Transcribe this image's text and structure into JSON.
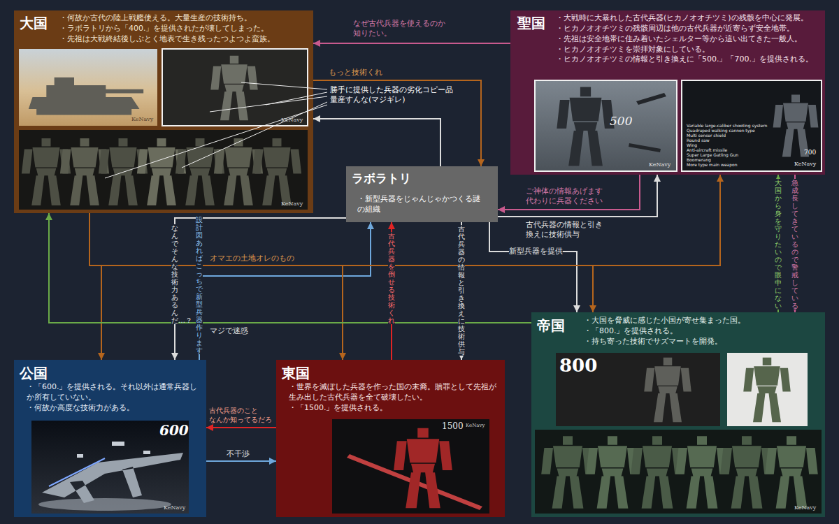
{
  "diagram": {
    "nodes": [
      {
        "text": [
          "大国",
          "・何故か古代の陸上戦艦使える。大量生産の技術持ち。",
          "・ラボラトリから「400.」を提供されたが壊してしまった。",
          "・先祖は大戦終結後しぶとく地表で生き残ったつよつよ蛮族。"
        ]
      },
      {
        "text": [
          "聖国",
          "・大戦時に大暴れした古代兵器(ヒカノオオチツミ)の残骸を中心に発展。",
          "・ヒカノオオチツミの残骸周辺は他の古代兵器が近寄らず安全地帯。",
          "・先祖は安全地帯に住み着いたシェルター等から這い出てきた一般人。",
          "・ヒカノオオチツミを崇拝対象にしている。",
          "・ヒカノオオチツミの情報と引き換えに「500.」「700.」を提供される。"
        ]
      },
      {
        "text": [
          "ラボラトリ",
          "・新型兵器をじゃんじゃかつくる謎の組織"
        ]
      },
      {
        "text": [
          "帝国",
          "・大国を脅威に感じた小国が寄せ集まった国。",
          "・「800.」を提供される。",
          "・持ち寄った技術でサズマートを開発。"
        ]
      },
      {
        "text": [
          "公国",
          "・「600.」を提供される。それ以外は通常兵器しか所有していない。",
          "・何故か高度な技術力がある。"
        ]
      },
      {
        "text": [
          "東国",
          "・世界を滅ぼした兵器を作った国の末裔。贖罪として先祖が生み出した古代兵器を全て破壊したい。",
          "・「1500.」を提供される。"
        ]
      }
    ],
    "edges": [
      {
        "from": 1,
        "to": 0,
        "arrow": "to",
        "label": "なぜ古代兵器を使えるのか 知りたい。"
      },
      {
        "from": 0,
        "to": 2,
        "arrow": "to",
        "label": "もっと技術くれ"
      },
      {
        "from": 2,
        "to": 0,
        "arrow": "to"
      },
      {
        "from": 1,
        "to": 2,
        "arrow": "to",
        "label": "ご神体の情報あげます 代わりに兵器ください"
      },
      {
        "from": 2,
        "to": 1,
        "arrow": "to",
        "label": "古代兵器の情報と引き換えに技術供与"
      },
      {
        "from": 2,
        "to": 3,
        "arrow": "to",
        "label": "新型兵器を提供"
      },
      {
        "from": 2,
        "to": 4,
        "arrow": "to",
        "label": "なんでそんな技術力あるんだ…？"
      },
      {
        "from": 4,
        "to": 2,
        "arrow": "to",
        "label": "設計図あればこっちで新型兵器作ります"
      },
      {
        "from": 5,
        "to": 2,
        "arrow": "to",
        "label": "古代兵器を倒せる技術くれ"
      },
      {
        "from": 2,
        "to": 5,
        "arrow": "to",
        "label": "古代兵器の情報と引き換えに技術供与"
      },
      {
        "from": 0,
        "to": 4,
        "arrow": "to"
      },
      {
        "from": 0,
        "to": 5,
        "arrow": "to",
        "label": "オマエの土地オレのもの"
      },
      {
        "from": 0,
        "to": 3,
        "arrow": "to"
      },
      {
        "from": 0,
        "to": 1,
        "arrow": "to"
      },
      {
        "from": 3,
        "to": 0,
        "arrow": "to",
        "label": "マジで迷惑"
      },
      {
        "from": 3,
        "to": 1,
        "arrow": "to",
        "label": "大国から身を守りたいので眼中にない"
      },
      {
        "from": 1,
        "to": 3,
        "arrow": "to",
        "label": "急成長してきているので警戒している"
      },
      {
        "from": 5,
        "to": 4,
        "arrow": "to",
        "label": "古代兵器のこと なんか知ってるだろ"
      },
      {
        "from": 4,
        "to": 5,
        "arrow": "to",
        "label": "不干渉"
      }
    ],
    "labels": [
      "勝手に提供した兵器の劣化コピー品 量産すんな(マジギレ)",
      "KeNavy",
      "KeNavy",
      "KeNavy",
      "500",
      "KeNavy",
      "700",
      "Variable large-caliber shooting system",
      "Quadruped walking cannon type",
      "Multi sensor shield",
      "Round saw",
      "Wing",
      "Anti-aircraft missile",
      "Super Large Gatling Gun",
      "Boomerang",
      "More type main weapon",
      "KeNavy",
      "800",
      "KeNavy",
      "600",
      "KeNavy",
      "1500",
      "KeNavy"
    ]
  }
}
